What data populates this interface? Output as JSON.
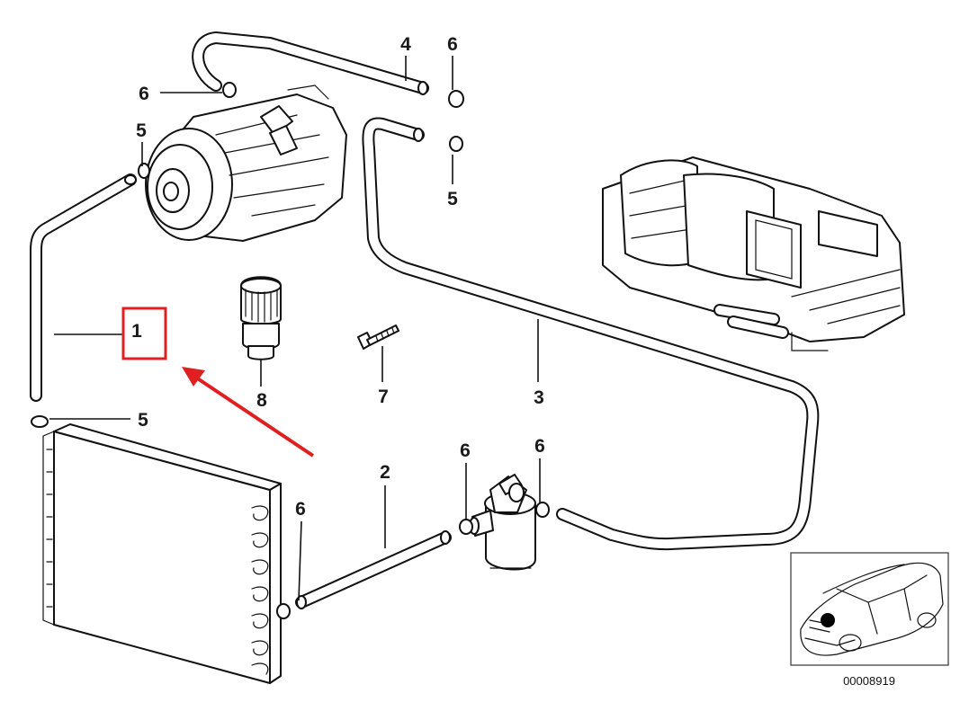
{
  "callouts": {
    "c1": "1",
    "c2": "2",
    "c3": "3",
    "c4": "4",
    "c5a": "5",
    "c5b": "5",
    "c5c": "5",
    "c6a": "6",
    "c6b": "6",
    "c6c": "6",
    "c6d": "6",
    "c6e": "6",
    "c7": "7",
    "c8": "8"
  },
  "highlight": {
    "part": "1",
    "box_color": "#e02020",
    "arrow_color": "#e02020"
  },
  "inset": {
    "reference_number": "00008919"
  }
}
